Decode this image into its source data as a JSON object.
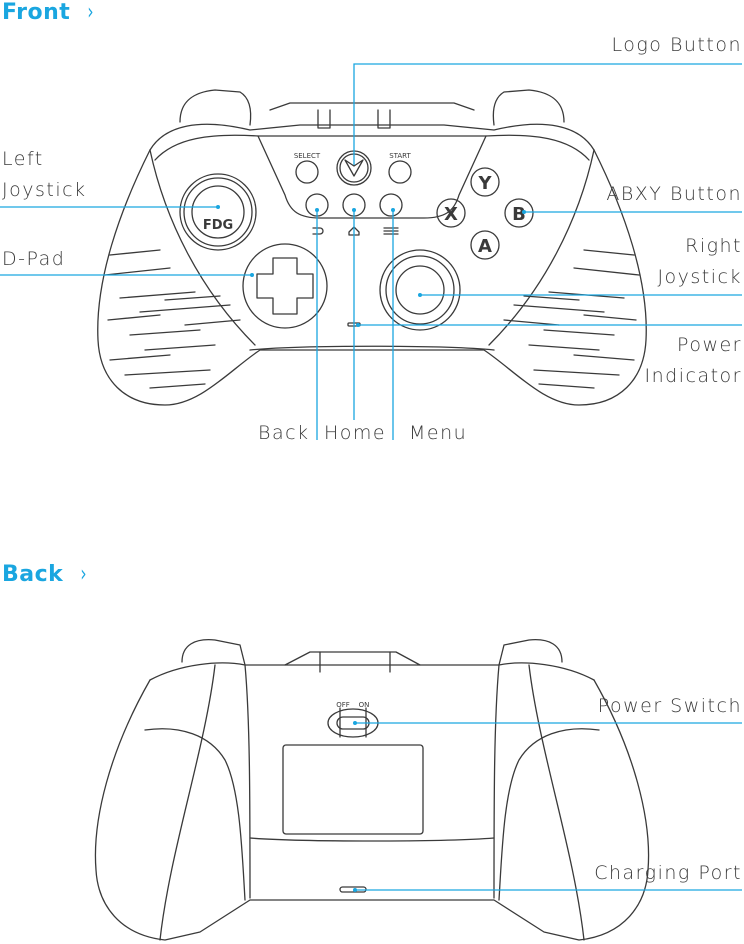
{
  "sections": {
    "front": {
      "title": "Front",
      "chevron": "›"
    },
    "back": {
      "title": "Back",
      "chevron": "›"
    }
  },
  "front_labels": {
    "logo_button": "Logo Button",
    "left_joystick_1": "Left",
    "left_joystick_2": "Joystick",
    "dpad": "D-Pad",
    "abxy_button": "ABXY Button",
    "right_joystick_1": "Right",
    "right_joystick_2": "Joystick",
    "power_indicator_1": "Power",
    "power_indicator_2": "Indicator",
    "back": "Back",
    "home": "Home",
    "menu": "Menu"
  },
  "front_controller": {
    "select_label": "SELECT",
    "start_label": "START",
    "joystick_brand": "FDG",
    "face_buttons": [
      "Y",
      "X",
      "B",
      "A"
    ]
  },
  "back_labels": {
    "power_switch": "Power Switch",
    "charging_port": "Charging Port"
  },
  "back_controller": {
    "switch_off": "OFF",
    "switch_on": "ON"
  },
  "colors": {
    "accent": "#1aa6e0",
    "line": "#3a3a3a",
    "leader": "#1aa6e0"
  }
}
